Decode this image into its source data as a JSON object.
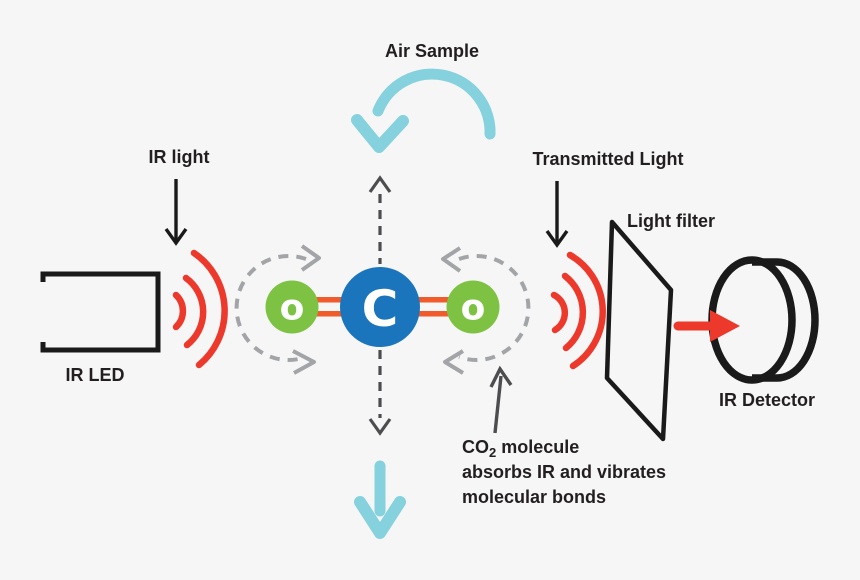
{
  "colors": {
    "background": "#f6f6f6",
    "text": "#231f20",
    "line_black": "#1a1a1a",
    "red": "#ed392c",
    "bond_orange": "#f15b2b",
    "blue": "#1b75bc",
    "green": "#7dc242",
    "cyan": "#85d1dd",
    "gray_dash": "#a2a4a7",
    "gray_dark": "#4d4d4f"
  },
  "labels": {
    "air_sample": "Air Sample",
    "ir_light": "IR light",
    "ir_led": "IR LED",
    "transmitted_light": "Transmitted Light",
    "light_filter": "Light filter",
    "ir_detector": "IR Detector"
  },
  "note": {
    "line1_prefix": "CO",
    "line1_sub": "2",
    "line1_rest": " molecule",
    "line2": "absorbs IR and vibrates",
    "line3": "molecular bonds"
  },
  "molecule": {
    "carbon_label": "C",
    "oxygen_left_label": "o",
    "oxygen_right_label": "o"
  },
  "icons": {
    "air_flow_arc": "thick-cyan-curved-arrow-pointing-down-left",
    "air_flow_down": "thick-cyan-arrow-pointing-down",
    "ir_light_pointer": "black-arrow-down",
    "transmitted_light_pointer": "black-arrow-down",
    "ir_wave_left": "three-red-arcs-radiating-right",
    "ir_wave_right": "three-red-arcs-radiating-right",
    "vibration_arrow_up": "dashed-gray-arrow-up",
    "vibration_arrow_down": "dashed-gray-arrow-down",
    "stretch_arc_left": "dashed-gray-arc-with-arrowheads",
    "stretch_arc_right": "dashed-gray-arc-with-arrowheads",
    "detector_arrow": "red-arrow-right",
    "note_pointer": "gray-arrow-up"
  }
}
